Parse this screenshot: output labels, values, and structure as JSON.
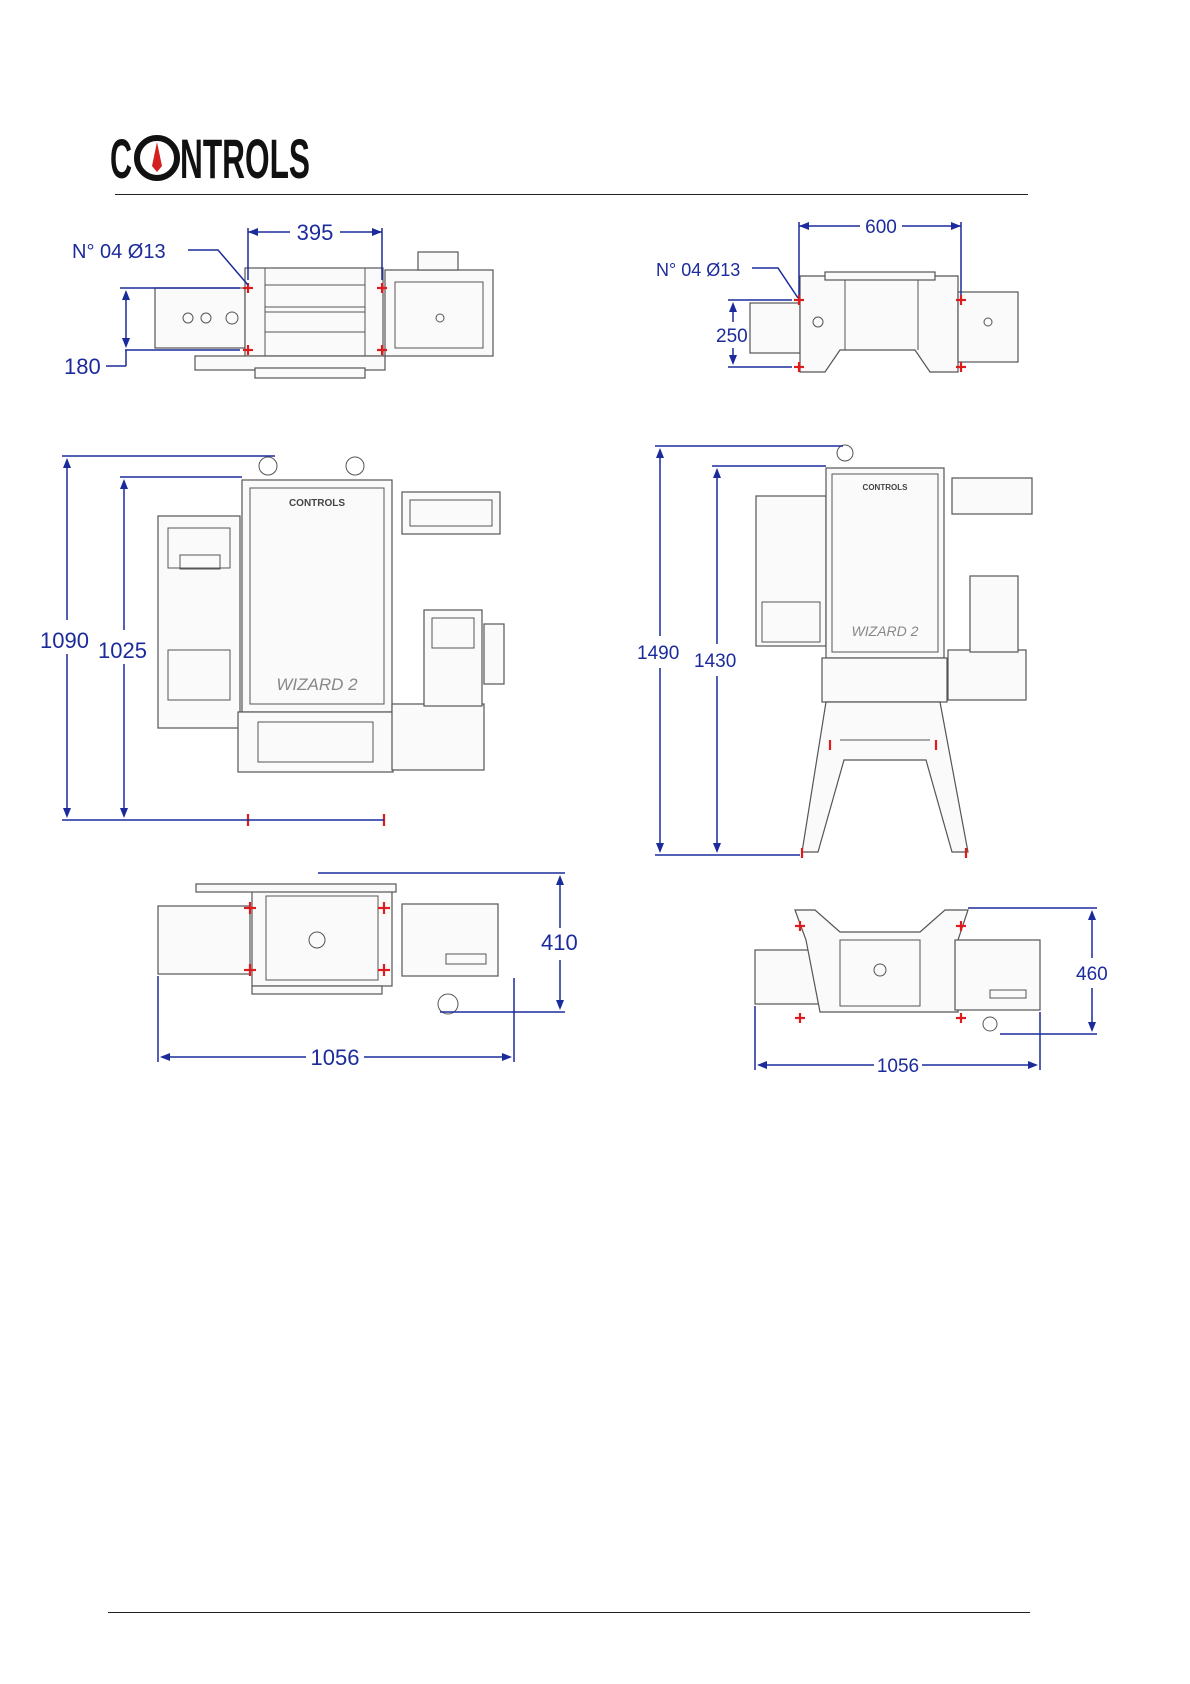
{
  "header": {
    "brand": "CONTROLS",
    "brand_left": "C",
    "brand_right": "NTROLS"
  },
  "views": {
    "top_left": {
      "holes_note": "N° 04 Ø13",
      "width_dim": "395",
      "depth_dim": "180"
    },
    "top_right": {
      "holes_note": "N° 04 Ø13",
      "width_dim": "600",
      "depth_dim": "250"
    },
    "front_left": {
      "height_total": "1090",
      "height_body": "1025",
      "door_brand": "CONTROLS",
      "door_model": "WIZARD 2"
    },
    "front_right": {
      "height_total": "1490",
      "height_body": "1430",
      "door_brand": "CONTROLS",
      "door_model": "WIZARD 2"
    },
    "plan_left": {
      "depth_dim": "410",
      "width_dim": "1056"
    },
    "plan_right": {
      "depth_dim": "460",
      "width_dim": "1056"
    }
  },
  "colors": {
    "dimension": "#1c2b9c",
    "mounting_hole": "#e01b1b",
    "logo": "#111111",
    "logo_accent": "#d42020"
  }
}
